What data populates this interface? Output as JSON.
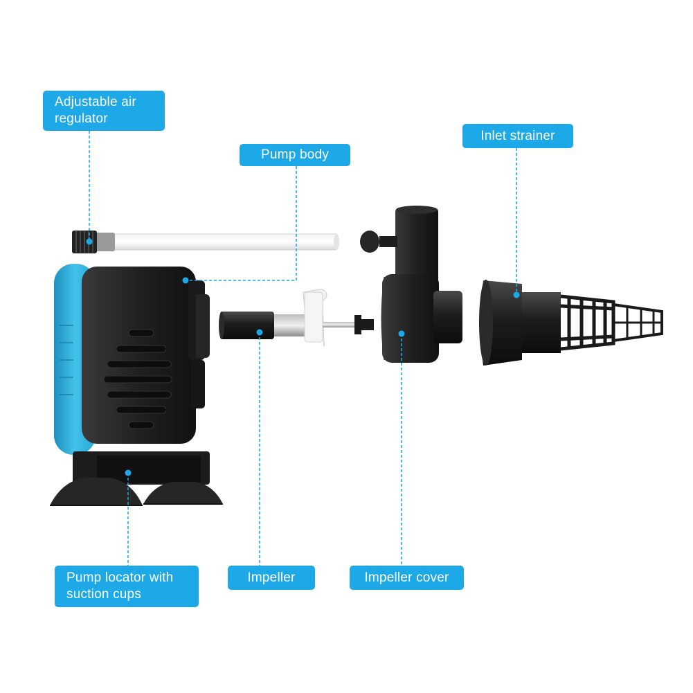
{
  "labels": {
    "air_regulator": "Adjustable air\nregulator",
    "pump_body": "Pump body",
    "inlet_strainer": "Inlet strainer",
    "pump_locator": "Pump locator with\nsuction cups",
    "impeller": "Impeller",
    "impeller_cover": "Impeller cover"
  },
  "colors": {
    "accent": "#1da8e8",
    "pump_blue": "#35b6e0",
    "body_dark": "#1b1b1b",
    "leader_line": "#1da8e8"
  }
}
